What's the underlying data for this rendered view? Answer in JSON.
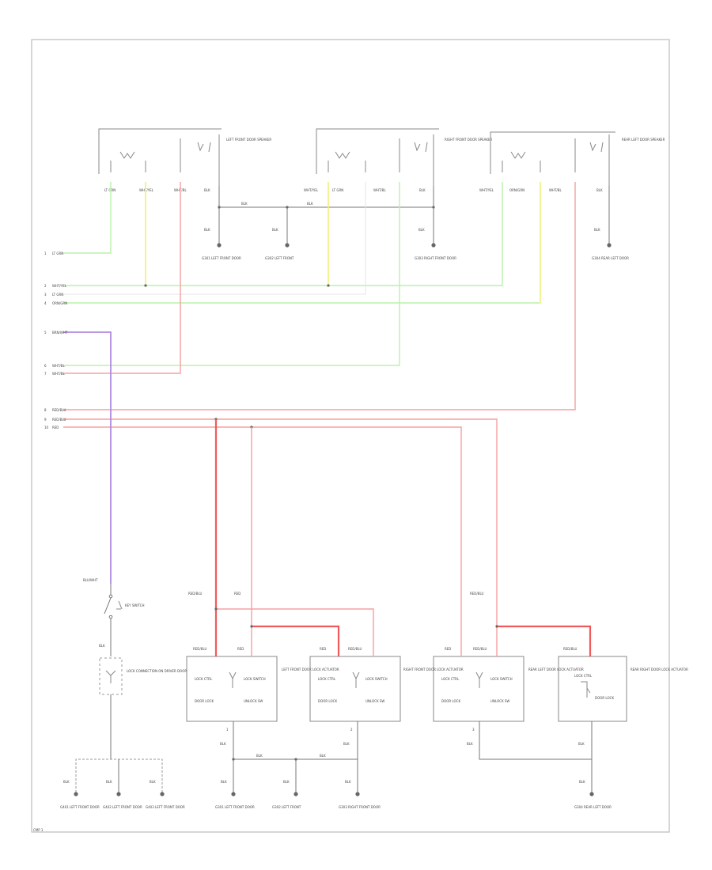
{
  "diagram": {
    "footer_label": "CMP 1",
    "top_connectors": [
      {
        "pins": [
          "LT GRN",
          "WHT/YEL",
          "WHT/BL"
        ],
        "ground_wire": "BLK",
        "desc": "LEFT FRONT DOOR SPEAKER"
      },
      {
        "pins": [
          "WHT/YEL",
          "LT GRN",
          "WHT/BL"
        ],
        "ground_wire": "BLK",
        "desc": "RIGHT FRONT DOOR SPEAKER"
      },
      {
        "pins": [
          "WHT/YEL",
          "ORN/GRN",
          "WHT/BL"
        ],
        "ground_wire": "BLK",
        "desc": "REAR LEFT DOOR SPEAKER"
      }
    ],
    "bus_labels": [
      "BLK",
      "BLK"
    ],
    "top_grounds": [
      {
        "wire": "BLK",
        "desc": "G301 LEFT FRONT DOOR"
      },
      {
        "wire": "BLK",
        "desc": "G302 LEFT FRONT"
      },
      {
        "wire": "BLK",
        "desc": "G303 RIGHT FRONT DOOR"
      },
      {
        "wire": "BLK",
        "desc": "G304 REAR LEFT DOOR"
      }
    ],
    "left_terminals": [
      {
        "pin": "1",
        "wire": "LT GRN"
      },
      {
        "pin": "2",
        "wire": "WHT/YEL"
      },
      {
        "pin": "3",
        "wire": "LT GRN"
      },
      {
        "pin": "4",
        "wire": "ORN/GRN"
      },
      {
        "pin": "5",
        "wire": "BRN/WHT"
      },
      {
        "pin": "6",
        "wire": "WHT/BL"
      },
      {
        "pin": "7",
        "wire": "WHT/BL"
      },
      {
        "pin": "8",
        "wire": "RED/BLU"
      },
      {
        "pin": "9",
        "wire": "RED/BLU"
      },
      {
        "pin": "10",
        "wire": "RED"
      }
    ],
    "switch": {
      "wire": "BLU/WHT",
      "desc": "KEY SWITCH"
    },
    "switch_lower_wire": "BLK",
    "lock_control": {
      "desc": "LOCK CONNECTION ON DRIVER DOOR"
    },
    "bottom_modules": [
      {
        "top_labels": [
          "RED/BLU",
          "RED"
        ],
        "inner": [
          "LOCK CTRL",
          "DOOR LOCK",
          "LOCK SWITCH",
          "UNLOCK SW"
        ],
        "desc": "LEFT FRONT DOOR LOCK ACTUATOR"
      },
      {
        "top_labels": [
          "RED",
          "RED/BLU"
        ],
        "inner": [
          "LOCK CTRL",
          "DOOR LOCK",
          "LOCK SWITCH",
          "UNLOCK SW"
        ],
        "desc": "RIGHT FRONT DOOR LOCK ACTUATOR"
      },
      {
        "top_labels": [
          "RED",
          "RED/BLU"
        ],
        "inner": [
          "LOCK CTRL",
          "DOOR LOCK",
          "LOCK SWITCH",
          "UNLOCK SW"
        ],
        "desc": "REAR LEFT DOOR LOCK ACTUATOR"
      },
      {
        "top_labels": [
          "RED/BLU"
        ],
        "inner": [
          "LOCK CTRL",
          "DOOR LOCK"
        ],
        "desc": "REAR RIGHT DOOR LOCK ACTUATOR"
      }
    ],
    "riser_labels": [
      "RED/BLU",
      "RED",
      "RED/BLU"
    ],
    "bottom_bus_labels": [
      "BLK",
      "BLK"
    ],
    "bottom_grounds": [
      {
        "wire": "BLK",
        "desc": "G401 LEFT FRONT DOOR"
      },
      {
        "wire": "BLK",
        "desc": "G402 LEFT FRONT DOOR"
      },
      {
        "wire": "BLK",
        "desc": "G403 LEFT FRONT DOOR"
      },
      {
        "wire": "BLK",
        "desc": "G301 LEFT FRONT DOOR"
      },
      {
        "wire": "BLK",
        "desc": "G302 LEFT FRONT"
      },
      {
        "wire": "BLK",
        "desc": "G303 RIGHT FRONT DOOR"
      },
      {
        "wire": "BLK",
        "desc": "G304 REAR LEFT DOOR"
      }
    ],
    "module_pins": [
      "1",
      "2",
      "3"
    ],
    "module_bottom_wires": [
      "BLK",
      "BLK",
      "BLK",
      "BLK"
    ]
  }
}
